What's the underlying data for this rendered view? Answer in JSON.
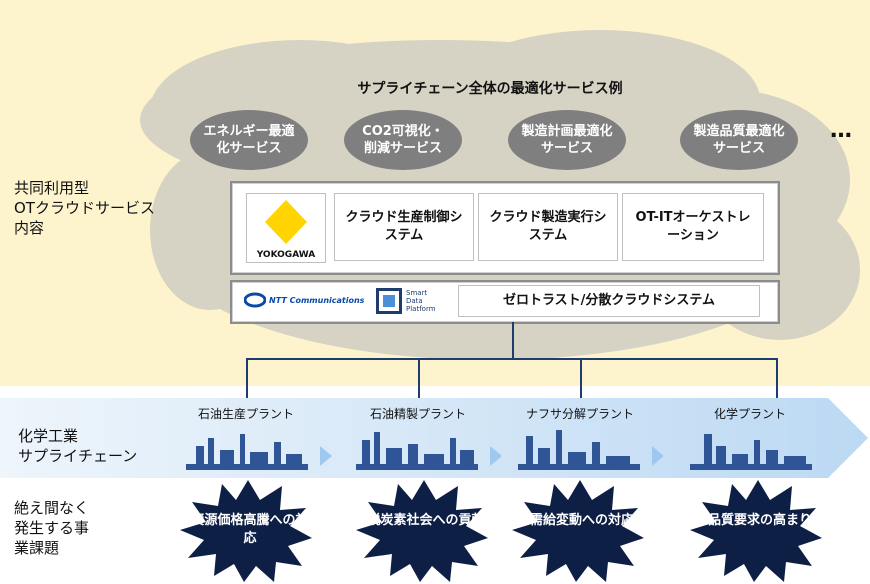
{
  "diagram": {
    "cloud_section_label": "共同利用型\nOTクラウドサービス\n内容",
    "cloud_title": "サプライチェーン全体の最適化サービス例",
    "service_examples": [
      {
        "label": "エネルギー最適化サービス"
      },
      {
        "label": "CO2可視化・削減サービス"
      },
      {
        "label": "製造計画最適化サービス"
      },
      {
        "label": "製造品質最適化サービス"
      }
    ],
    "more_marker": "…",
    "yokogawa_logo_text": "YOKOGAWA",
    "yokogawa_systems": [
      {
        "label": "クラウド生産制御システム"
      },
      {
        "label": "クラウド製造実行システム"
      },
      {
        "label": "OT-ITオーケストレーション"
      }
    ],
    "ntt_logo_text": "NTT Communications",
    "sdp_logo_text": "Smart\nData\nPlatform",
    "infrastructure_label": "ゼロトラスト/分散クラウドシステム",
    "supply_chain_label": "化学工業\nサプライチェーン",
    "plants": [
      {
        "label": "石油生産プラント"
      },
      {
        "label": "石油精製プラント"
      },
      {
        "label": "ナフサ分解プラント"
      },
      {
        "label": "化学プラント"
      }
    ],
    "issues_section_label": "絶え間なく\n発生する事\n業課題",
    "issues": [
      {
        "label": "資源価格高騰への対応"
      },
      {
        "label": "脱炭素社会への貢献"
      },
      {
        "label": "需給変動への対応"
      },
      {
        "label": "品質要求の高まり"
      }
    ],
    "colors": {
      "cloud_bg": "#fdf4cd",
      "cloud": "#d6d2c4",
      "pill": "#7f7f7f",
      "yokogawa_yellow": "#ffd400",
      "line": "#1f3c6e",
      "band": "#dbeaf7",
      "burst": "#0e1f45",
      "plant": "#2f5597"
    }
  }
}
